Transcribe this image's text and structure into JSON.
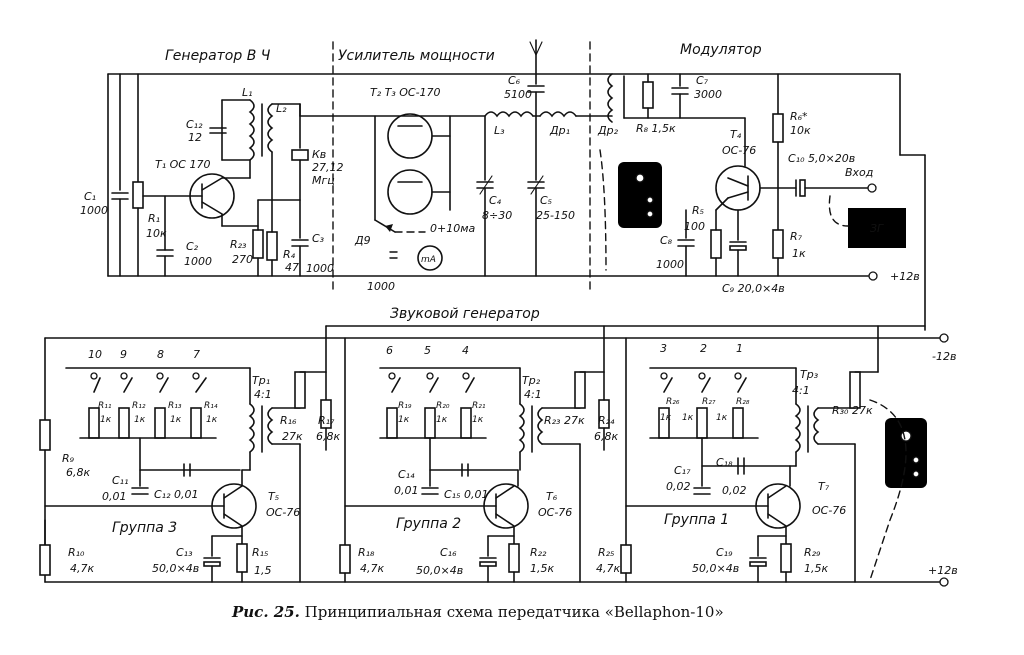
{
  "sections": {
    "rf_generator": "Генератор В Ч",
    "power_amp": "Усилитель мощности",
    "modulator": "Модулятор",
    "audio_generator": "Звуковой генератор",
    "group3": "Группа 3",
    "group2": "Группа 2",
    "group1": "Группа 1"
  },
  "supply": {
    "plus": "+12в",
    "minus": "-12в",
    "plus_bottom": "+12в"
  },
  "labels": {
    "input": "Вход",
    "zg": "ЗГ",
    "meter_range": "0+10ма",
    "meter": "mA",
    "transistors_t1": "T₁ ОС 170",
    "transistors_t23": "T₂ T₃ ОС-170",
    "transistor_t4_name": "T₄",
    "transistor_t4_type": "ОС-76",
    "t5": "T₅",
    "t5_type": "ОС-76",
    "t6": "T₆",
    "t6_type": "ОС-76",
    "t7": "T₇",
    "t7_type": "ОС-76"
  },
  "components": {
    "c1": "C₁",
    "c1v": "1000",
    "c12": "C₁₂",
    "c12v": "12",
    "c2": "C₂",
    "c2v": "1000",
    "c3": "C₃",
    "c3v": "1000",
    "r1": "R₁",
    "r1v": "10к",
    "r23top": "R₂₃",
    "r23topv": "270",
    "r4": "R₄",
    "r4v": "47",
    "l1": "L₁",
    "l2": "L₂",
    "l3": "L₃",
    "kv": "Кв",
    "kv_freq": "27,12",
    "kv_unit": "Мгц",
    "c6": "C₆",
    "c6v": "5100",
    "c4": "C₄",
    "c4v": "8÷30",
    "c5": "C₅",
    "c5v": "25-150",
    "dr1": "Др₁",
    "dr2": "Др₂",
    "d9": "Д9",
    "d9v": "1000",
    "r8": "R₈ 1,5к",
    "c7": "C₇",
    "c7v": "3000",
    "r6": "R₆*",
    "r6v": "10к",
    "c10": "C₁₀ 5,0×20в",
    "r5": "R₅",
    "r5v": "100",
    "c8": "C₈",
    "c8v": "1000",
    "c9": "C₉ 20,0×4в",
    "r7": "R₇",
    "r7v": "1к",
    "tr1": "Тр₁",
    "tr1r": "4:1",
    "tr2": "Тр₂",
    "tr2r": "4:1",
    "tr3": "Тр₃",
    "tr3r": "4:1",
    "r9": "R₉",
    "r9v": "6,8к",
    "r10": "R₁₀",
    "r10v": "4,7к",
    "r11": "R₁₁",
    "r12": "R₁₂",
    "r13": "R₁₃",
    "r14": "R₁₄",
    "r1k": "1к",
    "r15": "R₁₅",
    "r15v": "1,5",
    "r16": "R₁₆",
    "r16v": "27к",
    "r17": "R₁₇",
    "r17v": "6,8к",
    "c11": "C₁₁",
    "c11v": "0,01",
    "c12b": "C₁₂ 0,01",
    "c13": "C₁₃",
    "c13v": "50,0×4в",
    "r18": "R₁₈",
    "r18v": "4,7к",
    "r19": "R₁₉",
    "r20": "R₂₀",
    "r21": "R₂₁",
    "c14": "C₁₄",
    "c14v": "0,01",
    "c15": "C₁₅ 0,01",
    "c16": "C₁₆",
    "c16v": "50,0×4в",
    "r22": "R₂₂",
    "r22v": "1,5к",
    "r23": "R₂₃ 27к",
    "r24": "R₂₄",
    "r24v": "6,8к",
    "r25": "R₂₅",
    "r25v": "4,7к",
    "r26": "R₂₆",
    "r27": "R₂₇",
    "r28": "R₂₈",
    "c17": "C₁₇",
    "c17v": "0,02",
    "c18": "C₁₈",
    "c18v": "0,02",
    "c19": "C₁₉",
    "c19v": "50,0×4в",
    "r29": "R₂₉",
    "r29v": "1,5к",
    "r30": "R₃₀ 27к"
  },
  "switch_numbers": [
    "10",
    "9",
    "8",
    "7",
    "6",
    "5",
    "4",
    "3",
    "2",
    "1"
  ],
  "caption": {
    "fig": "Рис. 25.",
    "text": "Принципиальная схема передатчика «Bellaphon-10»"
  }
}
